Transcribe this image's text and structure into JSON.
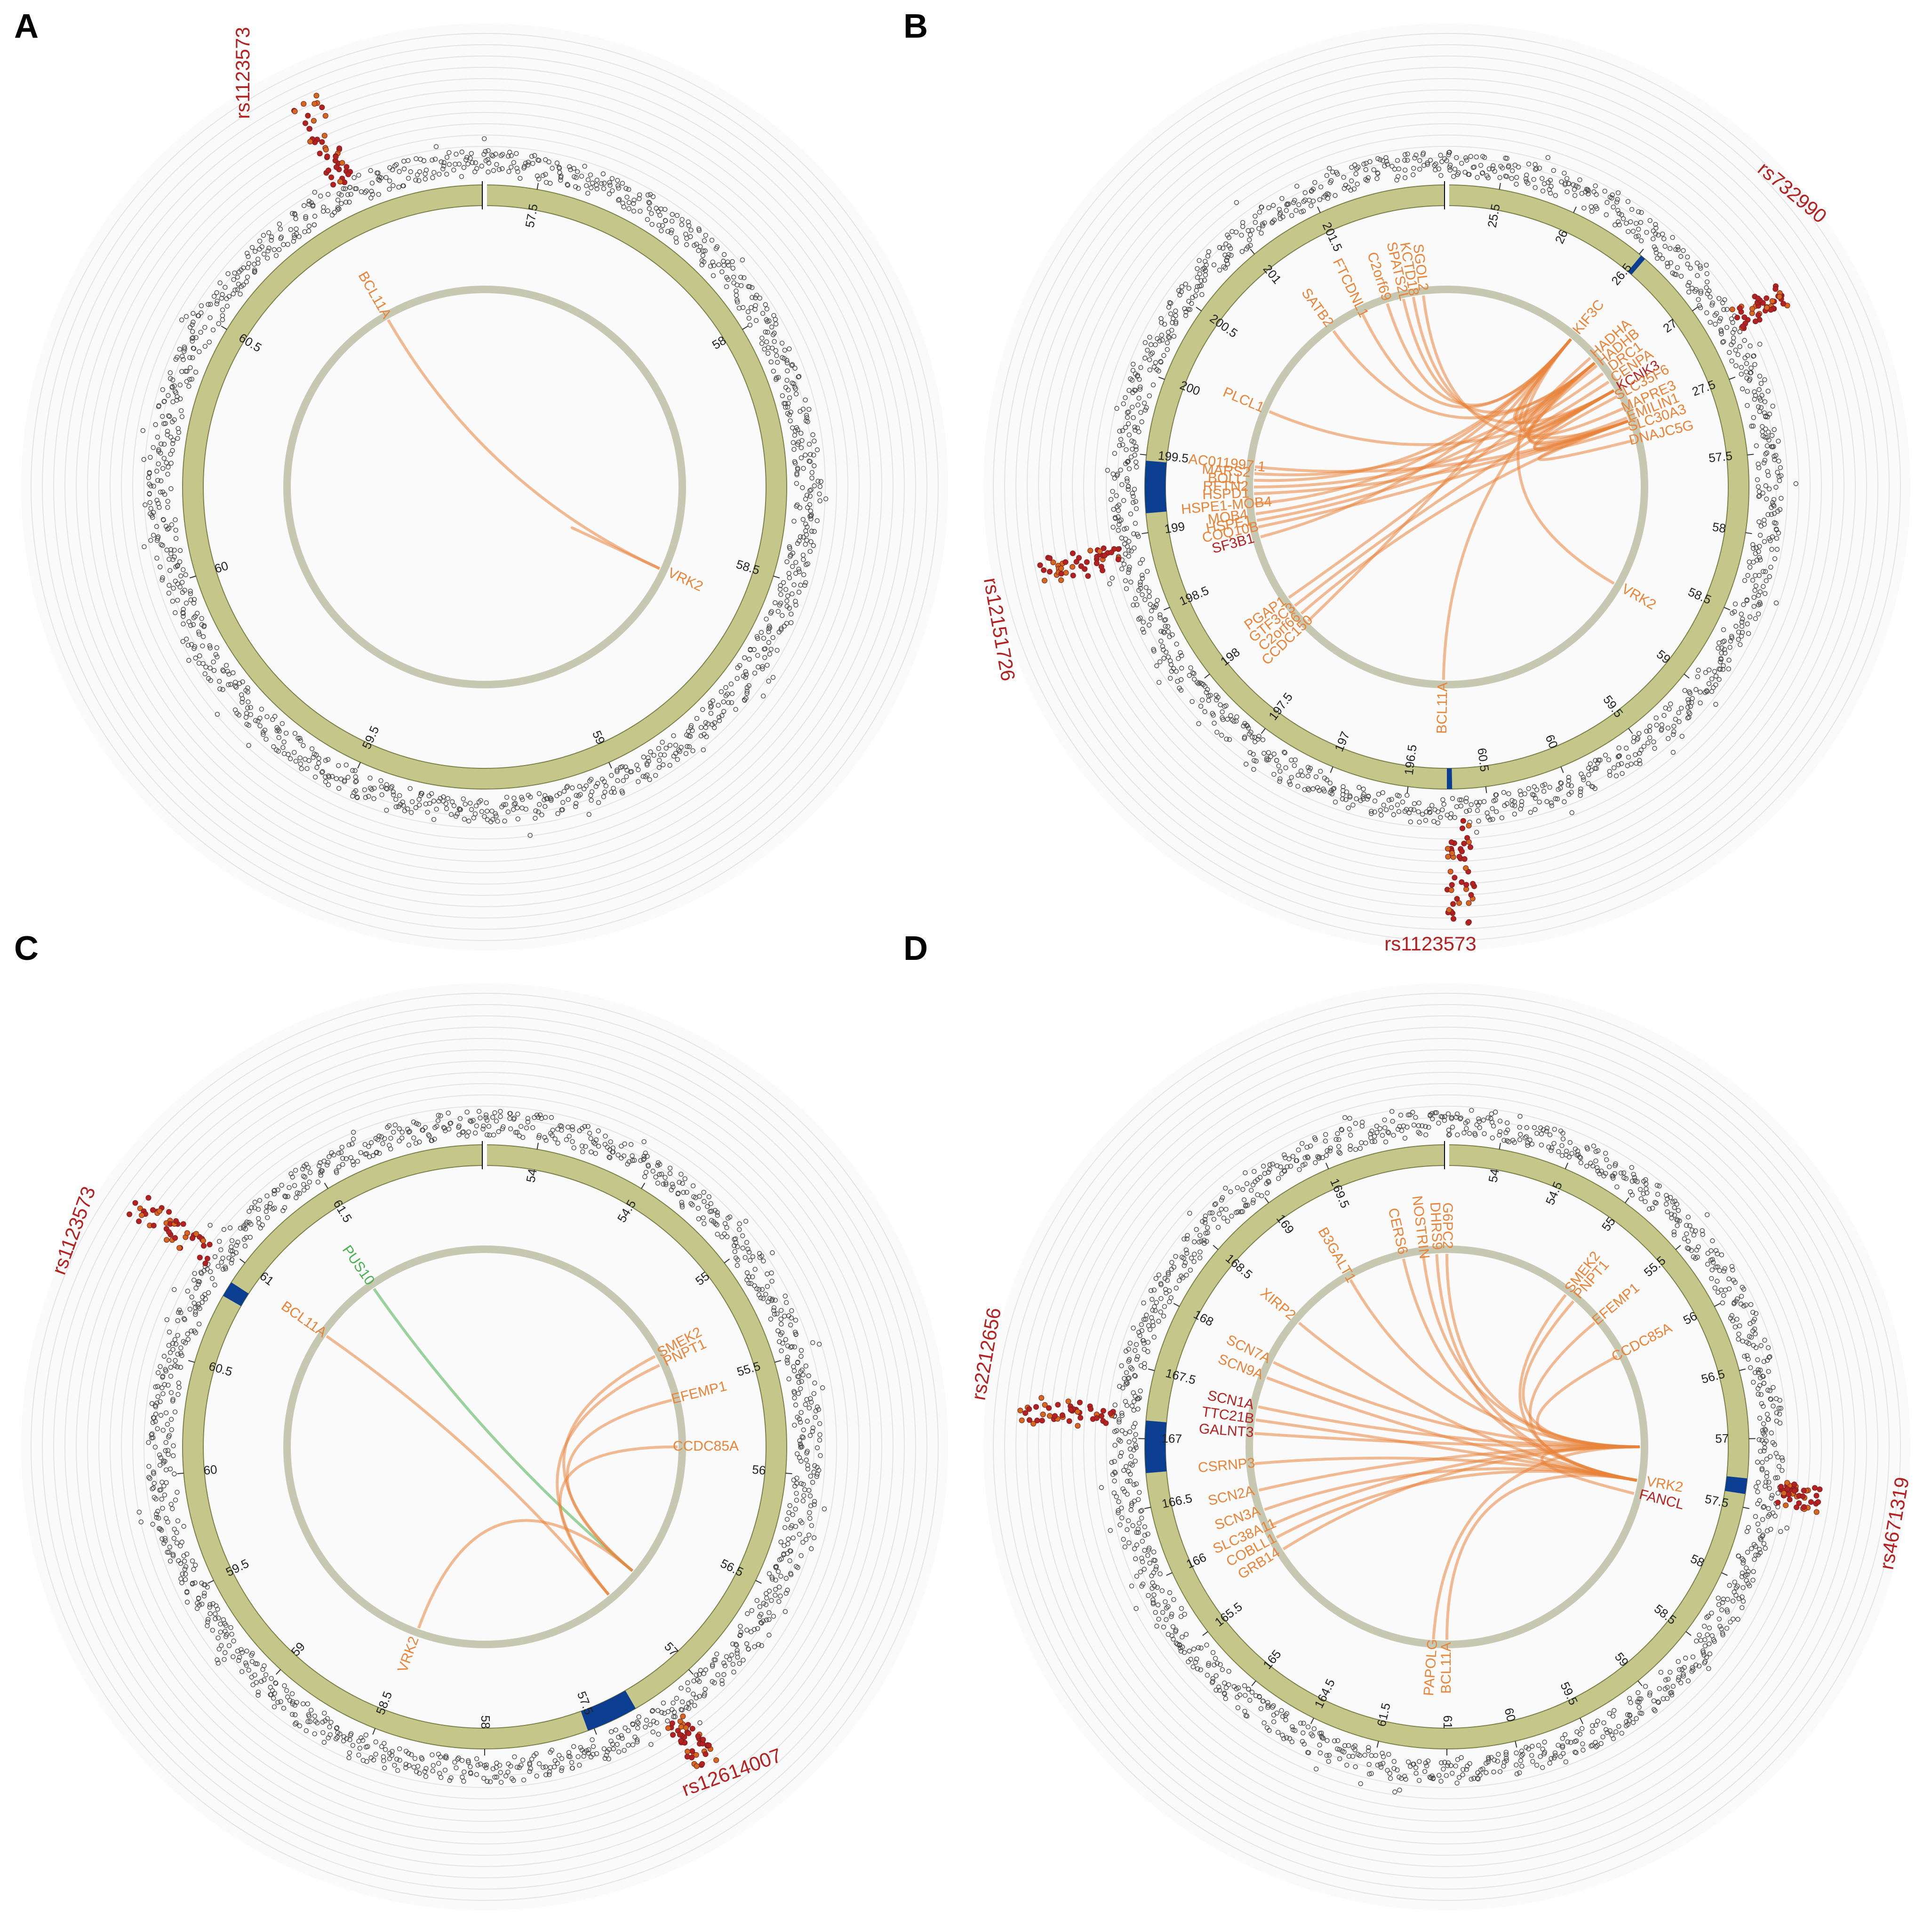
{
  "colors": {
    "chrom_band": "#c5c78a",
    "inner_ring": "#c6c8b2",
    "highlight": "#0b3d91",
    "gene_orange": "#e8843a",
    "gene_red": "#b22222",
    "gene_green": "#4caf50",
    "manhattan_point": "#444444",
    "sig_point": "#b22222",
    "grid_ring": "#e3e3e3"
  },
  "panels": [
    {
      "letter": "A",
      "ticks": [
        "57.5",
        "58",
        "58.5",
        "59",
        "59.5",
        "60",
        "60.5"
      ],
      "genes": [
        {
          "name": "BCL11A",
          "color": "orange"
        },
        {
          "name": "VRK2",
          "color": "orange"
        }
      ],
      "snps": [
        {
          "name": "rs1123573"
        }
      ]
    },
    {
      "letter": "B",
      "ticks": [
        "25.5",
        "26",
        "26.5",
        "27",
        "27.5",
        "57.5",
        "58",
        "58.5",
        "59",
        "59.5",
        "60",
        "60.5",
        "196.5",
        "197",
        "197.5",
        "198",
        "198.5",
        "199",
        "199.5",
        "200",
        "200.5",
        "201",
        "201.5"
      ],
      "genes": [
        {
          "name": "C2orf69",
          "color": "orange"
        },
        {
          "name": "SPATS2L",
          "color": "orange"
        },
        {
          "name": "KCTD18",
          "color": "orange"
        },
        {
          "name": "SGOL2",
          "color": "orange"
        },
        {
          "name": "FTCDNL1",
          "color": "orange"
        },
        {
          "name": "SATB2",
          "color": "orange"
        },
        {
          "name": "PLCL1",
          "color": "orange"
        },
        {
          "name": "AC011997.1",
          "color": "orange"
        },
        {
          "name": "BOLL",
          "color": "orange"
        },
        {
          "name": "MARS2",
          "color": "orange"
        },
        {
          "name": "RFTN2",
          "color": "orange"
        },
        {
          "name": "HSPD1",
          "color": "orange"
        },
        {
          "name": "HSPE1-MOB4",
          "color": "orange"
        },
        {
          "name": "MOB4",
          "color": "orange"
        },
        {
          "name": "HSPE1",
          "color": "orange"
        },
        {
          "name": "COQ10B",
          "color": "orange"
        },
        {
          "name": "SF3B1",
          "color": "red"
        },
        {
          "name": "PGAP1",
          "color": "orange"
        },
        {
          "name": "GTF3C3",
          "color": "orange"
        },
        {
          "name": "C2orf66",
          "color": "orange"
        },
        {
          "name": "CCDC150",
          "color": "orange"
        },
        {
          "name": "KIF3C",
          "color": "orange"
        },
        {
          "name": "HADHA",
          "color": "orange"
        },
        {
          "name": "HADHB",
          "color": "orange"
        },
        {
          "name": "DRC1",
          "color": "orange"
        },
        {
          "name": "CENPA",
          "color": "orange"
        },
        {
          "name": "KCNK3",
          "color": "red"
        },
        {
          "name": "SLC35F6",
          "color": "orange"
        },
        {
          "name": "MAPRE3",
          "color": "orange"
        },
        {
          "name": "EMILIN1",
          "color": "orange"
        },
        {
          "name": "SLC30A3",
          "color": "orange"
        },
        {
          "name": "DNAJC5G",
          "color": "orange"
        },
        {
          "name": "VRK2",
          "color": "orange"
        },
        {
          "name": "BCL11A",
          "color": "orange"
        }
      ],
      "snps": [
        {
          "name": "rs732990"
        },
        {
          "name": "rs12151726"
        },
        {
          "name": "rs1123573"
        }
      ]
    },
    {
      "letter": "C",
      "ticks": [
        "54",
        "54.5",
        "55",
        "55.5",
        "56",
        "56.5",
        "57",
        "57.5",
        "58",
        "58.5",
        "59",
        "59.5",
        "60",
        "60.5",
        "61",
        "61.5"
      ],
      "genes": [
        {
          "name": "PUS10",
          "color": "green"
        },
        {
          "name": "BCL11A",
          "color": "orange"
        },
        {
          "name": "SMEK2",
          "color": "orange"
        },
        {
          "name": "PNPT1",
          "color": "orange"
        },
        {
          "name": "EFEMP1",
          "color": "orange"
        },
        {
          "name": "CCDC85A",
          "color": "orange"
        },
        {
          "name": "VRK2",
          "color": "orange"
        }
      ],
      "snps": [
        {
          "name": "rs1123573"
        },
        {
          "name": "rs12614007"
        }
      ]
    },
    {
      "letter": "D",
      "ticks": [
        "54",
        "54.5",
        "55",
        "55.5",
        "56",
        "56.5",
        "57",
        "57.5",
        "58",
        "58.5",
        "59",
        "59.5",
        "60",
        "61",
        "61.5",
        "164.5",
        "165",
        "165.5",
        "166",
        "166.5",
        "167",
        "167.5",
        "168",
        "168.5",
        "169",
        "169.5"
      ],
      "genes": [
        {
          "name": "B3GALT1",
          "color": "orange"
        },
        {
          "name": "CERS6",
          "color": "orange"
        },
        {
          "name": "NOSTRIN",
          "color": "orange"
        },
        {
          "name": "DHRS9",
          "color": "orange"
        },
        {
          "name": "G6PC2",
          "color": "orange"
        },
        {
          "name": "XIRP2",
          "color": "orange"
        },
        {
          "name": "SCN7A",
          "color": "orange"
        },
        {
          "name": "SCN9A",
          "color": "orange"
        },
        {
          "name": "SCN1A",
          "color": "red"
        },
        {
          "name": "TTC21B",
          "color": "red"
        },
        {
          "name": "GALNT3",
          "color": "red"
        },
        {
          "name": "CSRNP3",
          "color": "orange"
        },
        {
          "name": "SCN2A",
          "color": "orange"
        },
        {
          "name": "SCN3A",
          "color": "orange"
        },
        {
          "name": "SLC38A11",
          "color": "orange"
        },
        {
          "name": "COBLL1",
          "color": "orange"
        },
        {
          "name": "GRB14",
          "color": "orange"
        },
        {
          "name": "SMEK2",
          "color": "orange"
        },
        {
          "name": "PNPT1",
          "color": "orange"
        },
        {
          "name": "EFEMP1",
          "color": "orange"
        },
        {
          "name": "CCDC85A",
          "color": "orange"
        },
        {
          "name": "VRK2",
          "color": "orange"
        },
        {
          "name": "FANCL",
          "color": "red"
        },
        {
          "name": "BCL11A",
          "color": "orange"
        },
        {
          "name": "PAPOLG",
          "color": "orange"
        }
      ],
      "snps": [
        {
          "name": "rs2212656"
        },
        {
          "name": "rs4671319"
        }
      ]
    }
  ]
}
